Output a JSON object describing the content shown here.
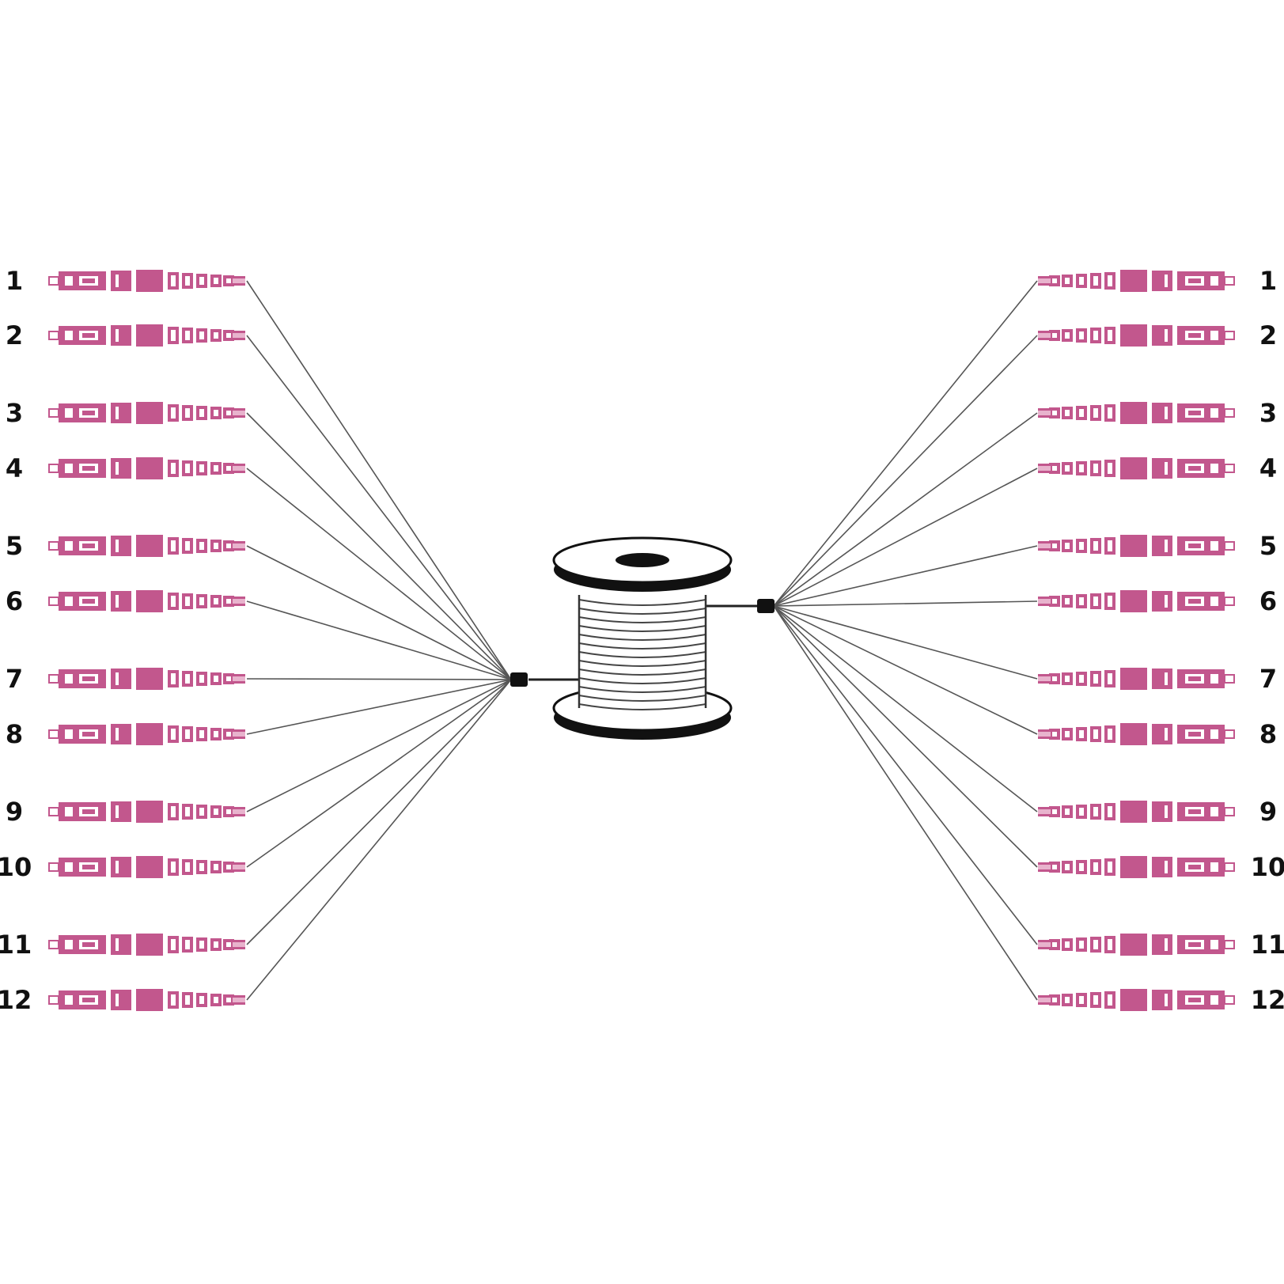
{
  "left_ports": [
    "1",
    "2",
    "3",
    "4",
    "5",
    "6",
    "7",
    "8",
    "9",
    "10",
    "11",
    "12"
  ],
  "right_ports": [
    "1",
    "2",
    "3",
    "4",
    "5",
    "6",
    "7",
    "8",
    "9",
    "10",
    "11",
    "12"
  ],
  "colors": {
    "connector": "#c2578d",
    "connector_light": "#e8b3cd",
    "fiber": "#555555",
    "spool_rim": "#111111",
    "label": "#111111",
    "background": "#ffffff"
  },
  "icons": {
    "spool": "cable-spool-icon",
    "connector": "lc-fiber-connector-icon",
    "breakout": "fan-out-breakout-icon"
  }
}
